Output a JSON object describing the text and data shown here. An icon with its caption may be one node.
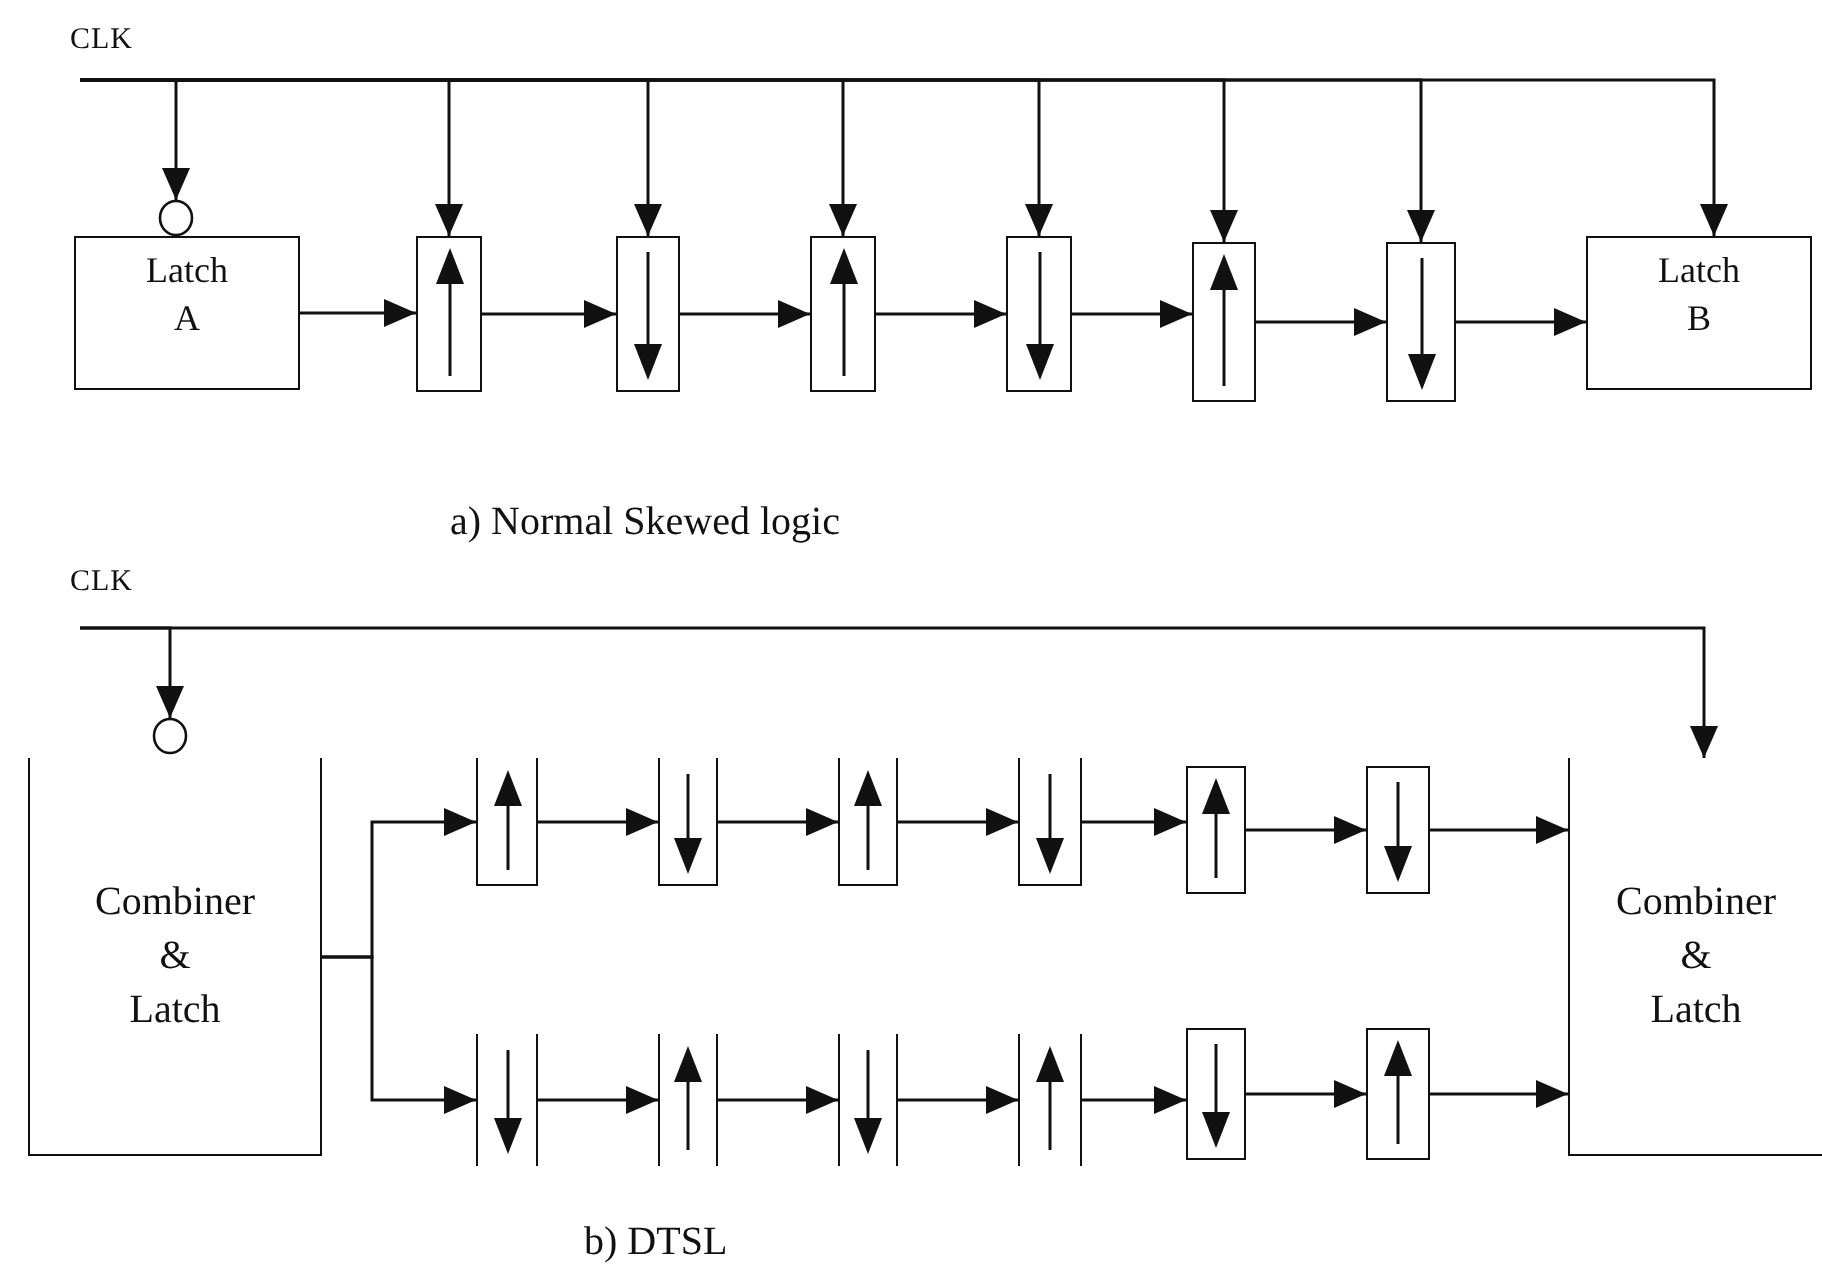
{
  "diagram": {
    "nodes": [
      {
        "text": [
          "CLK"
        ]
      },
      {
        "text": [
          "Latch A"
        ]
      },
      {
        "text": [],
        "shape": "box"
      },
      {
        "text": [],
        "shape": "box"
      },
      {
        "text": [],
        "shape": "box"
      },
      {
        "text": [],
        "shape": "box"
      },
      {
        "text": [],
        "shape": "box"
      },
      {
        "text": [],
        "shape": "box"
      },
      {
        "text": [
          "Latch B"
        ]
      },
      {
        "text": [
          "CLK"
        ]
      },
      {
        "text": [
          "Combiner & Latch"
        ]
      },
      {
        "text": [],
        "shape": "box"
      },
      {
        "text": [],
        "shape": "box"
      },
      {
        "text": [],
        "shape": "box"
      },
      {
        "text": [],
        "shape": "box"
      },
      {
        "text": [],
        "shape": "box"
      },
      {
        "text": [],
        "shape": "box"
      },
      {
        "text": [],
        "shape": "box"
      },
      {
        "text": [],
        "shape": "box"
      },
      {
        "text": [],
        "shape": "box"
      },
      {
        "text": [],
        "shape": "box"
      },
      {
        "text": [],
        "shape": "box"
      },
      {
        "text": [],
        "shape": "box"
      },
      {
        "text": [
          "Combiner & Latch"
        ]
      }
    ],
    "edges": [
      {
        "from": 0,
        "to": 1,
        "arrow": "to"
      },
      {
        "from": 0,
        "to": 2,
        "arrow": "to"
      },
      {
        "from": 0,
        "to": 3,
        "arrow": "to"
      },
      {
        "from": 0,
        "to": 4,
        "arrow": "to"
      },
      {
        "from": 0,
        "to": 5,
        "arrow": "to"
      },
      {
        "from": 0,
        "to": 6,
        "arrow": "to"
      },
      {
        "from": 0,
        "to": 7,
        "arrow": "to"
      },
      {
        "from": 0,
        "to": 8,
        "arrow": "to"
      },
      {
        "from": 1,
        "to": 2,
        "arrow": "to"
      },
      {
        "from": 2,
        "to": 3,
        "arrow": "to"
      },
      {
        "from": 3,
        "to": 4,
        "arrow": "to"
      },
      {
        "from": 4,
        "to": 5,
        "arrow": "to"
      },
      {
        "from": 5,
        "to": 6,
        "arrow": "to"
      },
      {
        "from": 6,
        "to": 7,
        "arrow": "to"
      },
      {
        "from": 7,
        "to": 8,
        "arrow": "to"
      },
      {
        "from": 9,
        "to": 10,
        "arrow": "to"
      },
      {
        "from": 9,
        "to": 23,
        "arrow": "to"
      },
      {
        "from": 10,
        "to": 11,
        "arrow": "to"
      },
      {
        "from": 10,
        "to": 17,
        "arrow": "to"
      },
      {
        "from": 11,
        "to": 12,
        "arrow": "to"
      },
      {
        "from": 12,
        "to": 13,
        "arrow": "to"
      },
      {
        "from": 13,
        "to": 14,
        "arrow": "to"
      },
      {
        "from": 14,
        "to": 15,
        "arrow": "to"
      },
      {
        "from": 15,
        "to": 16,
        "arrow": "to"
      },
      {
        "from": 16,
        "to": 23,
        "arrow": "to"
      },
      {
        "from": 17,
        "to": 18,
        "arrow": "to"
      },
      {
        "from": 18,
        "to": 19,
        "arrow": "to"
      },
      {
        "from": 19,
        "to": 20,
        "arrow": "to"
      },
      {
        "from": 20,
        "to": 21,
        "arrow": "to"
      },
      {
        "from": 21,
        "to": 22,
        "arrow": "to"
      },
      {
        "from": 22,
        "to": 23,
        "arrow": "to"
      }
    ],
    "labels": [
      "a) Normal Skewed logic",
      "b) DTSL"
    ]
  }
}
